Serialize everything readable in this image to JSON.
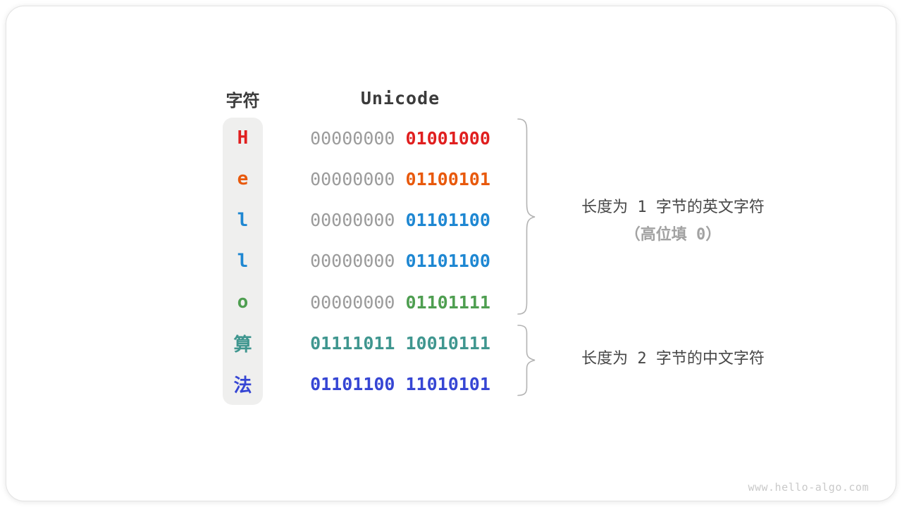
{
  "table": {
    "headers": {
      "char": "字符",
      "unicode": "Unicode"
    },
    "rows": [
      {
        "char": "H",
        "char_color": "#e01f1f",
        "byte1": "00000000",
        "byte1_color": "#9b9b9b",
        "byte1_bold": false,
        "byte2": "01001000",
        "byte2_color": "#e01f1f"
      },
      {
        "char": "e",
        "char_color": "#e8590c",
        "byte1": "00000000",
        "byte1_color": "#9b9b9b",
        "byte1_bold": false,
        "byte2": "01100101",
        "byte2_color": "#e8590c"
      },
      {
        "char": "l",
        "char_color": "#1e87d2",
        "byte1": "00000000",
        "byte1_color": "#9b9b9b",
        "byte1_bold": false,
        "byte2": "01101100",
        "byte2_color": "#1e87d2"
      },
      {
        "char": "l",
        "char_color": "#1e87d2",
        "byte1": "00000000",
        "byte1_color": "#9b9b9b",
        "byte1_bold": false,
        "byte2": "01101100",
        "byte2_color": "#1e87d2"
      },
      {
        "char": "o",
        "char_color": "#4e9e50",
        "byte1": "00000000",
        "byte1_color": "#9b9b9b",
        "byte1_bold": false,
        "byte2": "01101111",
        "byte2_color": "#4e9e50"
      },
      {
        "char": "算",
        "char_color": "#3f968f",
        "byte1": "01111011",
        "byte1_color": "#3f968f",
        "byte1_bold": true,
        "byte2": "10010111",
        "byte2_color": "#3f968f"
      },
      {
        "char": "法",
        "char_color": "#3646d4",
        "byte1": "01101100",
        "byte1_color": "#3646d4",
        "byte1_bold": true,
        "byte2": "11010101",
        "byte2_color": "#3646d4"
      }
    ]
  },
  "annotations": {
    "ascii_group": {
      "line1": "长度为 1 字节的英文字符",
      "line2": "（高位填 0）"
    },
    "cjk_group": {
      "line1": "长度为 2 字节的中文字符"
    }
  },
  "watermark": "www.hello-algo.com",
  "colors": {
    "brace": "#b3b3b3",
    "char_column_bg": "#efefee",
    "gray_byte": "#9b9b9b",
    "header_text": "#3b3b3b"
  }
}
